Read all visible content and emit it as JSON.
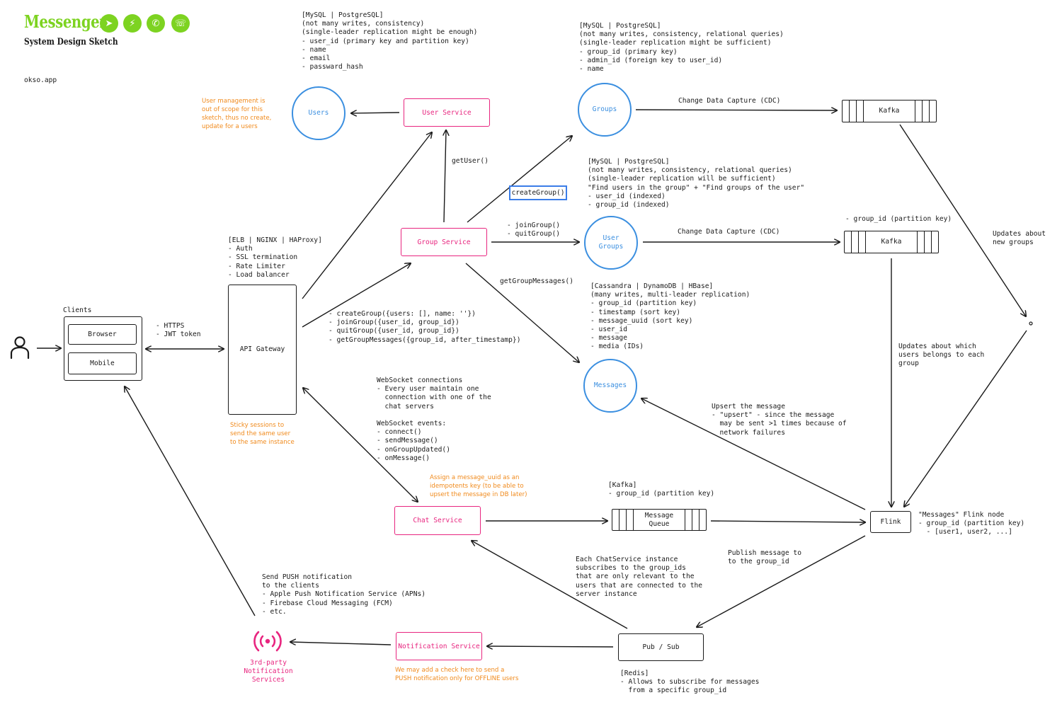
{
  "header": {
    "title": "Messenger",
    "subtitle": "System Design Sketch",
    "site": "okso.app",
    "brand_color": "#7dd321",
    "icons": [
      "telegram-icon",
      "messenger-icon",
      "whatsapp-icon",
      "viber-icon"
    ]
  },
  "colors": {
    "service": "#e8257f",
    "datastore": "#3b8fe0",
    "note": "#f08a1c",
    "line": "#1a1a1a"
  },
  "clients": {
    "heading": "Clients",
    "browser": "Browser",
    "mobile": "Mobile",
    "protocol_note": "- HTTPS\n- JWT token"
  },
  "gateway": {
    "label": "API Gateway",
    "note": "[ELB | NGINX | HAProxy]\n- Auth\n- SSL termination\n- Rate Limiter\n- Load balancer",
    "sticky_note": "Sticky sessions to\nsend the same user\nto the same instance"
  },
  "services": {
    "user": "User Service",
    "group": "Group Service",
    "chat": "Chat Service",
    "notification": "Notification Service"
  },
  "datastores": {
    "users": "Users",
    "groups": "Groups",
    "user_groups": "User\nGroups",
    "messages": "Messages"
  },
  "notes": {
    "users_db": "[MySQL | PostgreSQL]\n(not many writes, consistency)\n(single-leader replication might be enough)\n- user_id (primary key and partition key)\n- name\n- email\n- passward_hash",
    "user_mgmt": "User management is\nout of scope for this\nsketch, thus no create,\nupdate for a users",
    "groups_db": "[MySQL | PostgreSQL]\n(not many writes, consistency, relational queries)\n(single-leader replication might be sufficient)\n- group_id (primary key)\n- admin_id (foreign key to user_id)\n- name",
    "user_groups_db": "[MySQL | PostgreSQL]\n(not many writes, consistency, relational queries)\n(single-leader replication will be sufficient)\n\"Find users in the group\" + \"Find groups of the user\"\n- user_id (indexed)\n- group_id (indexed)",
    "messages_db": "[Cassandra | DynamoDB | HBase]\n(many writes, multi-leader replication)\n- group_id (partition key)\n- timestamp (sort key)\n- message_uuid (sort key)\n- user_id\n- message\n- media (IDs)",
    "gateway_calls": "- createGroup({users: [], name: ''})\n- joinGroup({user_id, group_id})\n- quitGroup({user_id, group_id})\n- getGroupMessages({group_id, after_timestamp})",
    "websocket": "WebSocket connections\n- Every user maintain one\n  connection with one of the\n  chat servers\n\nWebSocket events:\n- connect()\n- sendMessage()\n- onGroupUpdated()\n- onMessage()",
    "message_uuid": "Assign a message_uuid as an\nidempotents key (to be able to\nupsert the message in DB later)",
    "mq_note": "[Kafka]\n- group_id (partition key)",
    "kafka2_note": "- group_id (partition key)",
    "flink_note": "\"Messages\" Flink node\n- group_id (partition key)\n  - [user1, user2, ...]",
    "upsert": "Upsert the message\n- \"upsert\" - since the message\n  may be sent >1 times because of\n  network failures",
    "updates_groups": "Updates about\nnew groups",
    "updates_users": "Updates about which\nusers belongs to each\ngroup",
    "publish": "Publish message to\nto the group_id",
    "subscribe": "Each ChatService instance\nsubscribes to the group_ids\nthat are only relevant to the\nusers that are connected to the\nserver instance",
    "push": "Send PUSH notification\nto the clients\n- Apple Push Notification Service (APNs)\n- Firebase Cloud Messaging (FCM)\n- etc.",
    "offline_check": "We may add a check here to send a\nPUSH notification only for OFFLINE users",
    "redis": "[Redis]\n- Allows to subscribe for messages\n  from a specific group_id"
  },
  "edges": {
    "get_user": "getUser()",
    "create_group": "createGroup()",
    "join_quit": "- joinGroup()\n- quitGroup()",
    "get_group_messages": "getGroupMessages()",
    "cdc1": "Change Data Capture (CDC)",
    "cdc2": "Change Data Capture (CDC)"
  },
  "infra": {
    "kafka1": "Kafka",
    "kafka2": "Kafka",
    "message_queue": "Message\nQueue",
    "flink": "Flink",
    "pubsub": "Pub / Sub",
    "third_party": "3rd-party\nNotification\nServices"
  }
}
